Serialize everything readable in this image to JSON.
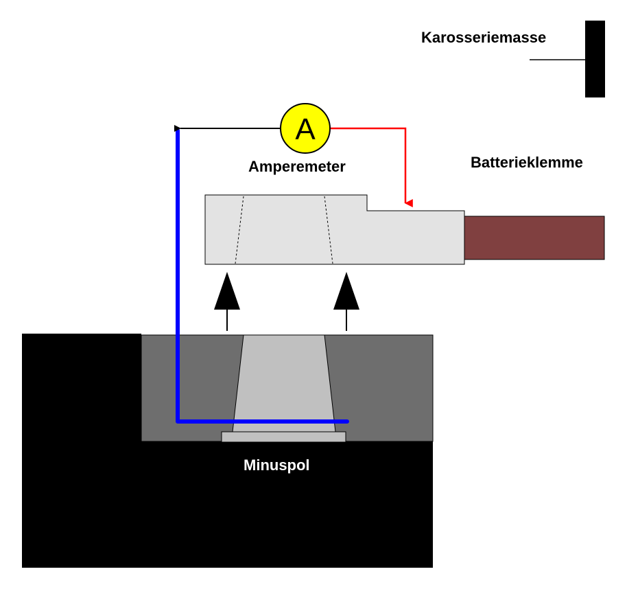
{
  "labels": {
    "body_ground": "Karosseriemasse",
    "ammeter": "Amperemeter",
    "ammeter_symbol": "A",
    "battery_clamp": "Batterieklemme",
    "negative_terminal": "Minuspol"
  },
  "colors": {
    "background": "#ffffff",
    "battery_body": "#000000",
    "battery_recess": "#6e6e6e",
    "terminal_post": "#c0c0c0",
    "clamp": "#e3e3e3",
    "cable": "#804040",
    "ammeter_fill": "#ffff00",
    "wire_blue": "#0000ff",
    "wire_red": "#ff0000",
    "wire_black": "#000000"
  },
  "icons": {
    "ammeter": "ammeter-icon",
    "ground": "ground-bar-icon",
    "lift_arrows": "arrow-up-icon"
  }
}
